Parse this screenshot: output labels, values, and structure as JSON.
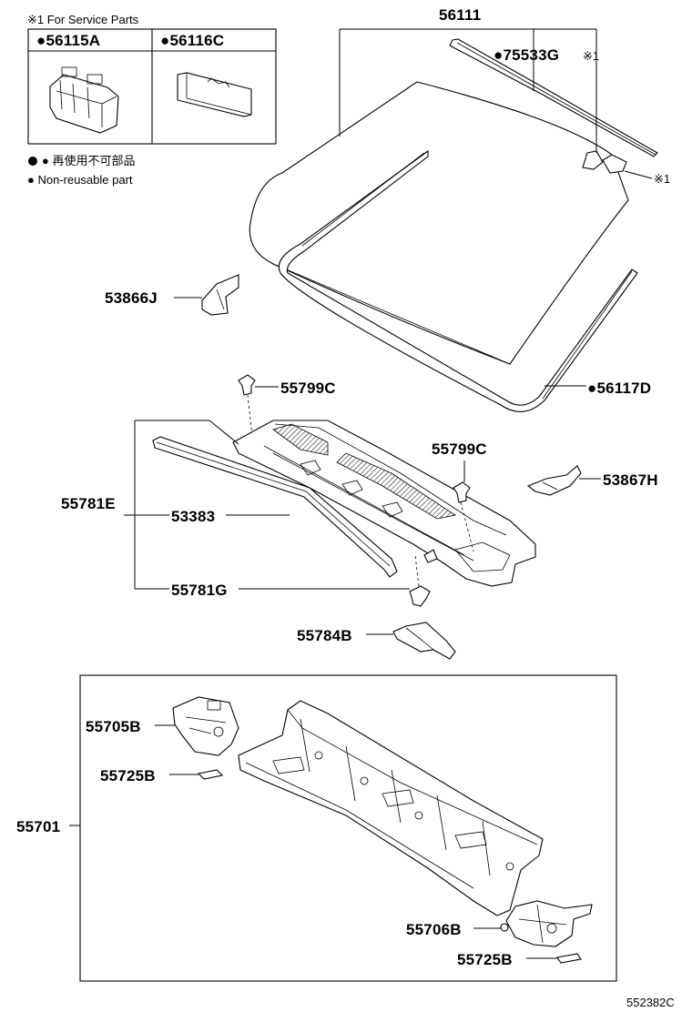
{
  "legend": {
    "header": "※1 For Service Parts",
    "col1": "●56115A",
    "col2": "●56116C",
    "note_jp": "● 再使用不可部品",
    "note_en": "● Non-reusable part"
  },
  "labels": {
    "p56111": "56111",
    "p75533G": "●75533G",
    "mark1a": "※1",
    "mark1b": "※1",
    "p53866J": "53866J",
    "p56117D": "●56117D",
    "p55799C_a": "55799C",
    "p55799C_b": "55799C",
    "p53867H": "53867H",
    "p55781E": "55781E",
    "p53383": "53383",
    "p55781G": "55781G",
    "p55784B": "55784B",
    "p55705B": "55705B",
    "p55725B_a": "55725B",
    "p55701": "55701",
    "p55706B": "55706B",
    "p55725B_b": "55725B"
  },
  "figure_id": "552382C"
}
